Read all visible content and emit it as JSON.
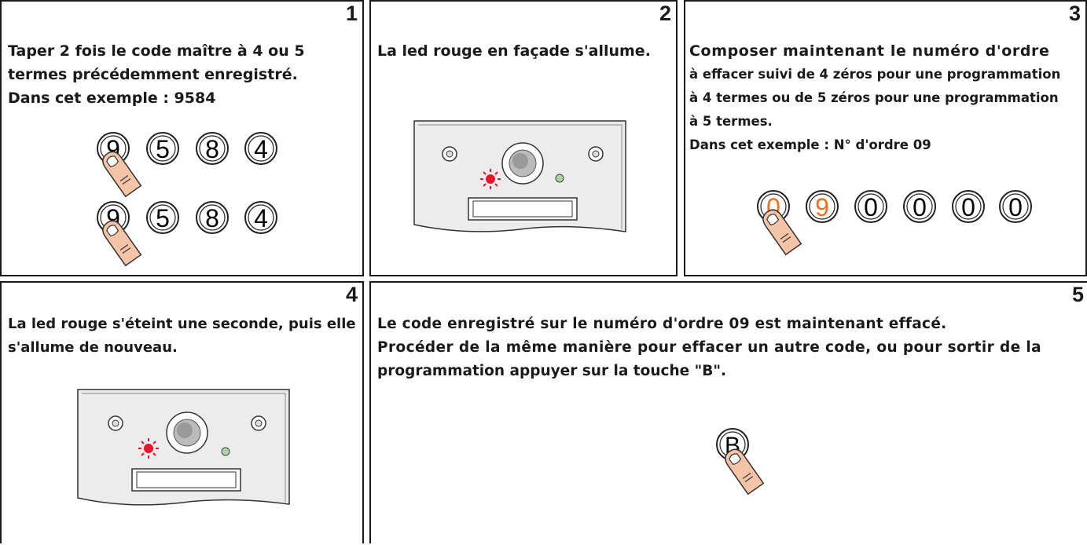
{
  "panels": [
    {
      "number": "1",
      "lines": [
        "Taper 2 fois le code maître à 4 ou 5",
        "termes précédemment enregistré.",
        "Dans cet exemple : 9584"
      ],
      "keys_row1": [
        "9",
        "5",
        "8",
        "4"
      ],
      "keys_row2": [
        "9",
        "5",
        "8",
        "4"
      ]
    },
    {
      "number": "2",
      "lines": [
        "La led rouge en façade s'allume."
      ]
    },
    {
      "number": "3",
      "lines": [
        "Composer maintenant le numéro d'ordre",
        "à effacer suivi de 4 zéros pour une programmation",
        "à 4 termes ou de 5 zéros pour une programmation",
        "à 5 termes.",
        "Dans cet exemple : N° d'ordre 09"
      ],
      "keys": [
        "0",
        "9",
        "0",
        "0",
        "0",
        "0"
      ]
    },
    {
      "number": "4",
      "lines": [
        "La led rouge s'éteint une seconde, puis elle",
        "s'allume de nouveau."
      ]
    },
    {
      "number": "5",
      "lines": [
        "Le code enregistré sur le numéro d'ordre 09 est maintenant effacé.",
        "Procéder de la même manière pour effacer un autre code, ou pour sortir de la",
        "programmation appuyer sur la touche \"B\"."
      ],
      "key": "B"
    }
  ],
  "colors": {
    "border": "#1a1a1a",
    "highlight_digit": "#f07020",
    "led_red": "#e8142a",
    "led_green": "#a8d8a0",
    "finger": "#f5c4a6",
    "device_face": "#ececec"
  },
  "icons": [
    "keypad-key",
    "pressing-finger-icon",
    "led-on-icon",
    "intercom-device"
  ]
}
